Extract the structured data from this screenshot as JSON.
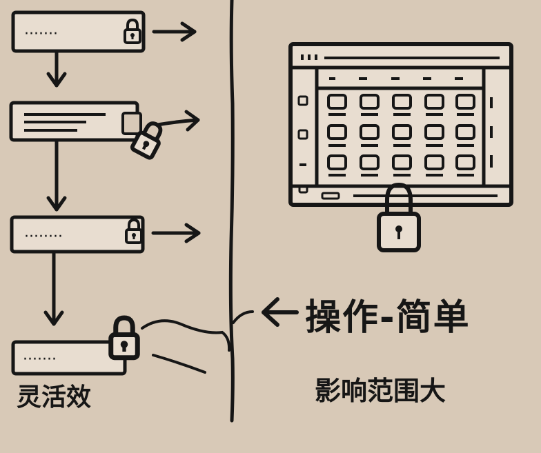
{
  "labels": {
    "main_label": "操作-简单",
    "left_label": "灵活效",
    "right_label": "影响范围大"
  },
  "colors": {
    "background": "#d8c9b7",
    "ink": "#161616",
    "paper": "#e8ddd0"
  },
  "icons": [
    "lock-icon",
    "arrow-icon",
    "browser-window-icon"
  ]
}
